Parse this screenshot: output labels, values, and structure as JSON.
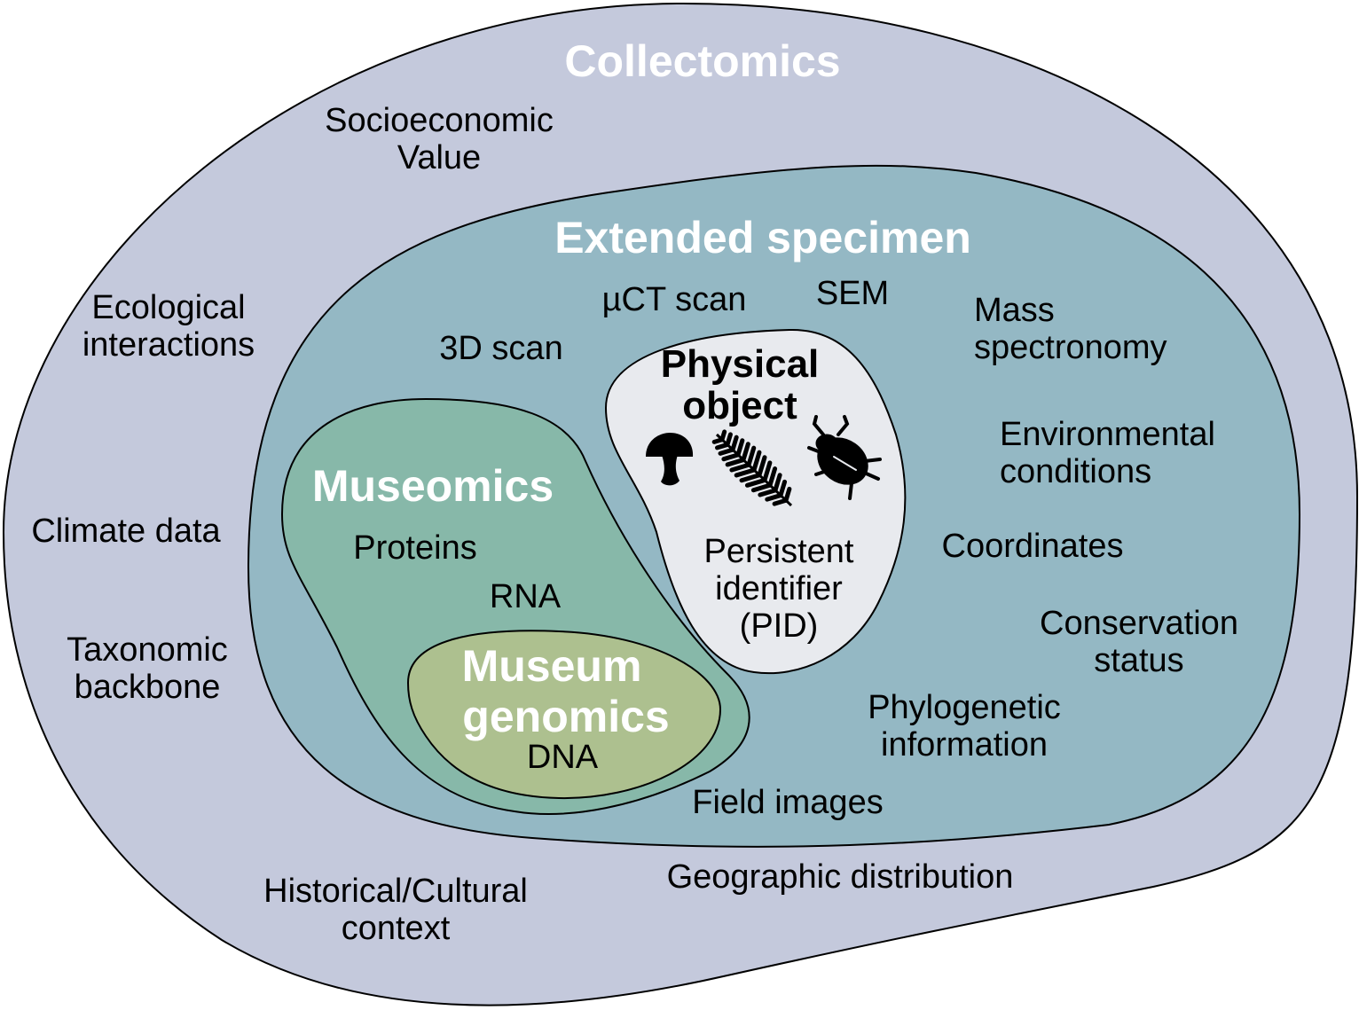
{
  "colors": {
    "collectomics": "#c4c9dc",
    "extended": "#94b8c4",
    "museomics": "#87b8a9",
    "genomics": "#adc08f",
    "physical": "#e8eaee"
  },
  "titles": {
    "collectomics": "Collectomics",
    "extended": "Extended specimen",
    "museomics": "Museomics",
    "genomics": [
      "Museum",
      "genomics"
    ],
    "physical": [
      "Physical",
      "object"
    ]
  },
  "collectomics_items": {
    "socio": [
      "Socioeconomic",
      "Value"
    ],
    "eco": [
      "Ecological",
      "interactions"
    ],
    "climate": [
      "Climate data"
    ],
    "taxo": [
      "Taxonomic",
      "backbone"
    ],
    "hist": [
      "Historical/Cultural",
      "context"
    ],
    "geo": [
      "Geographic distribution"
    ]
  },
  "extended_items": {
    "uct": "µCT scan",
    "sem": "SEM",
    "scan3d": "3D scan",
    "mass": [
      "Mass",
      "spectronomy"
    ],
    "env": [
      "Environmental",
      "conditions"
    ],
    "coord": "Coordinates",
    "cons": [
      "Conservation",
      "status"
    ],
    "phylo": [
      "Phylogenetic",
      "information"
    ],
    "field": "Field images"
  },
  "museomics_items": {
    "proteins": "Proteins",
    "rna": "RNA"
  },
  "genomics_items": {
    "dna": "DNA"
  },
  "physical_items": {
    "pid": [
      "Persistent",
      "identifier",
      "(PID)"
    ]
  },
  "icons": [
    "mushroom-icon",
    "fern-icon",
    "beetle-icon"
  ]
}
